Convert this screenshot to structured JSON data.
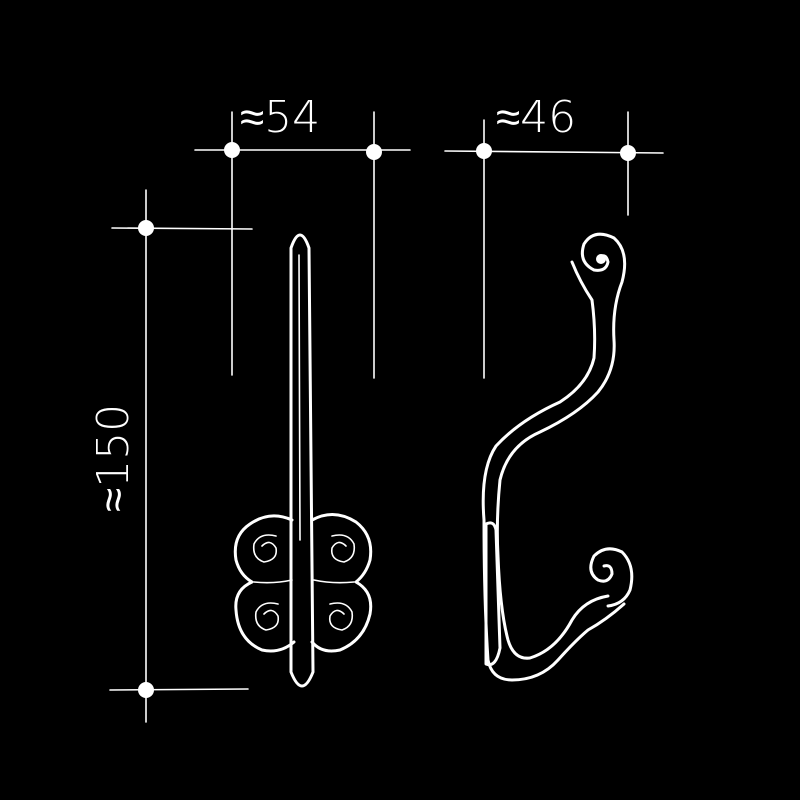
{
  "drawing": {
    "background": "#000000",
    "ink": "#ffffff",
    "dimensions": {
      "width_front": "≈54",
      "width_side": "≈46",
      "height": "≈150"
    },
    "views": [
      "front-view-hook",
      "side-view-hook"
    ]
  }
}
